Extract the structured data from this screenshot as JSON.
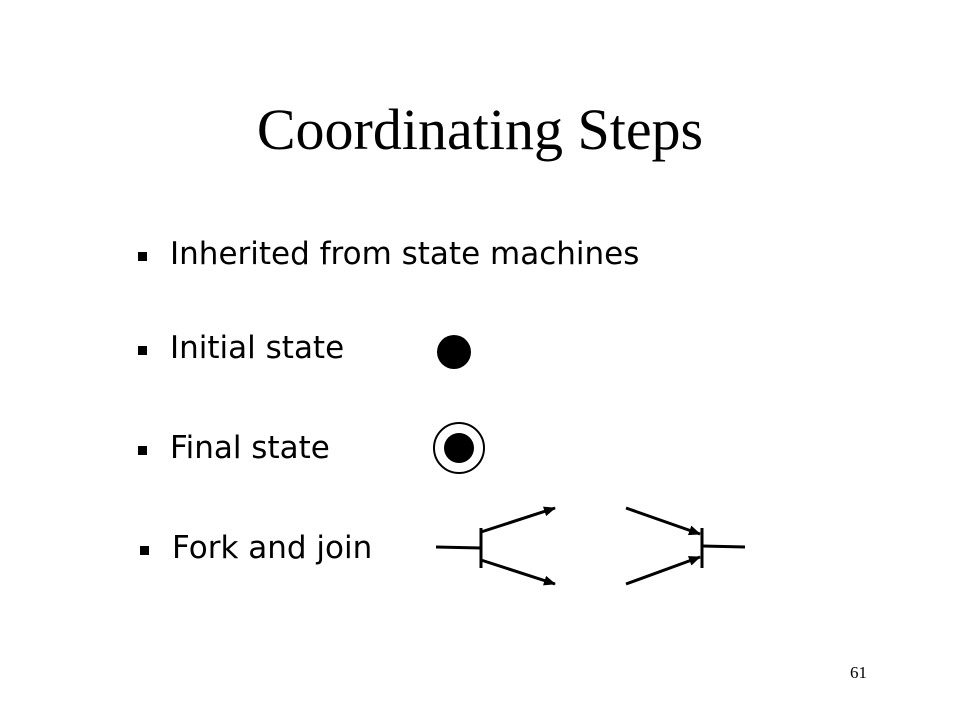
{
  "slide": {
    "title": "Coordinating Steps",
    "bullets": [
      {
        "text": "Inherited from state machines"
      },
      {
        "text": "Initial state"
      },
      {
        "text": "Final state"
      },
      {
        "text": "Fork and join"
      }
    ],
    "page_number": "61"
  },
  "colors": {
    "background": "#ffffff",
    "ink": "#000000"
  },
  "icons": {
    "bullet": "square-bullet",
    "initial_state": "filled-circle",
    "final_state": "bullseye-circle",
    "fork": "fork-bar",
    "join": "join-bar"
  }
}
